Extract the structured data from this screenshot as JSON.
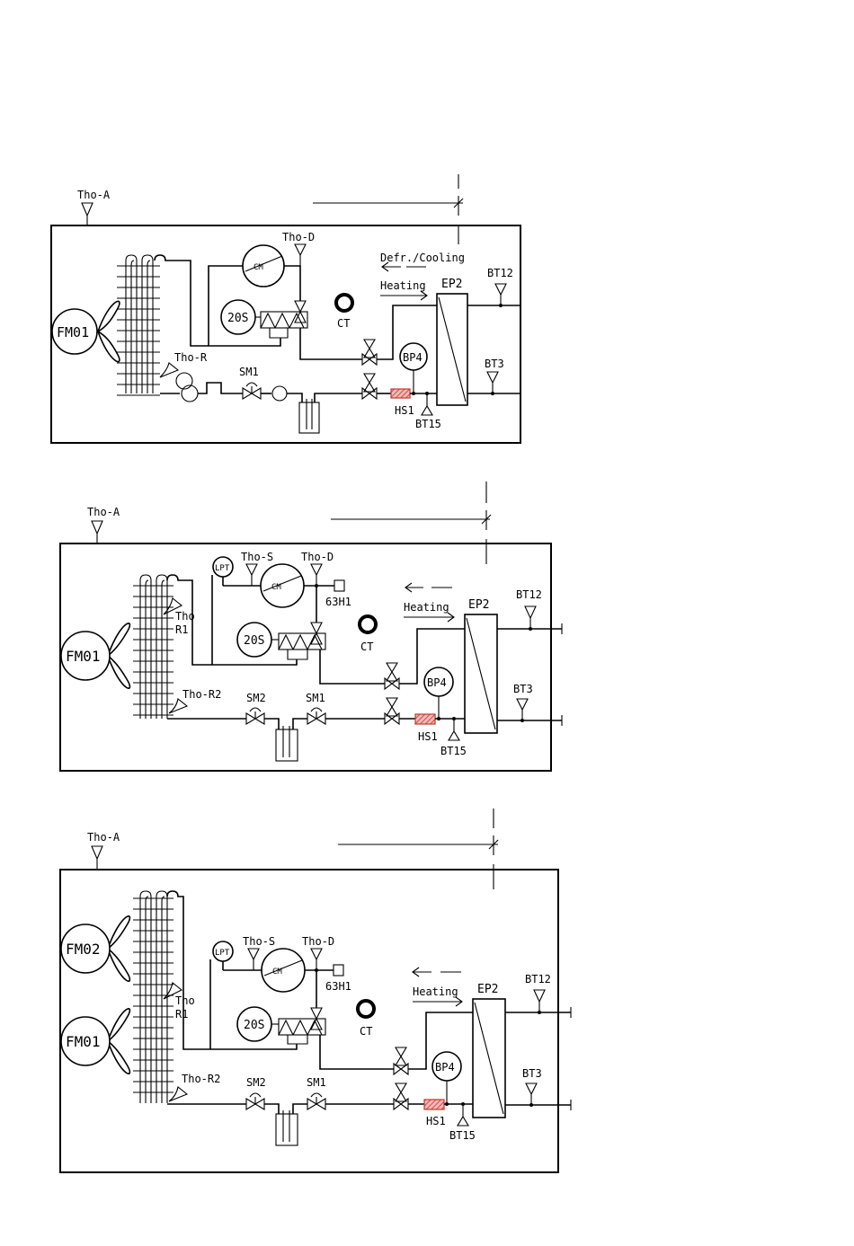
{
  "colors": {
    "line": "#000000",
    "heater_fill": "#f2b8b8",
    "heater_stripe": "#c0392b"
  },
  "diagrams": [
    {
      "name": "diagram-1",
      "labels": {
        "tho_a": "Tho-A",
        "tho_d": "Tho-D",
        "tho_r": "Tho-R",
        "cm": "CM",
        "s20": "20S",
        "ct": "CT",
        "fm01": "FM01",
        "sm1": "SM1",
        "bp4": "BP4",
        "hs1": "HS1",
        "bt15": "BT15",
        "ep2": "EP2",
        "bt12": "BT12",
        "bt3": "BT3",
        "defr": "Defr./Cooling",
        "heating": "Heating"
      }
    },
    {
      "name": "diagram-2",
      "labels": {
        "tho_a": "Tho-A",
        "lpt": "LPT",
        "tho_s": "Tho-S",
        "tho_d": "Tho-D",
        "cm": "CM",
        "h63": "63H1",
        "s20": "20S",
        "ct": "CT",
        "fm01": "FM01",
        "tho": "Tho",
        "r1": "R1",
        "tho_r2": "Tho-R2",
        "sm2": "SM2",
        "sm1": "SM1",
        "bp4": "BP4",
        "hs1": "HS1",
        "bt15": "BT15",
        "ep2": "EP2",
        "bt12": "BT12",
        "bt3": "BT3",
        "heating": "Heating"
      }
    },
    {
      "name": "diagram-3",
      "labels": {
        "tho_a": "Tho-A",
        "fm02": "FM02",
        "fm01": "FM01",
        "lpt": "LPT",
        "tho_s": "Tho-S",
        "tho_d": "Tho-D",
        "cm": "CM",
        "h63": "63H1",
        "s20": "20S",
        "ct": "CT",
        "tho": "Tho",
        "r1": "R1",
        "tho_r2": "Tho-R2",
        "sm2": "SM2",
        "sm1": "SM1",
        "bp4": "BP4",
        "hs1": "HS1",
        "bt15": "BT15",
        "ep2": "EP2",
        "bt12": "BT12",
        "bt3": "BT3",
        "heating": "Heating"
      }
    }
  ]
}
